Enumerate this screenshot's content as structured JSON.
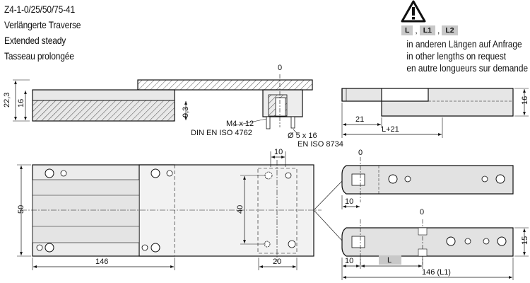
{
  "title": {
    "code": "Z4-1-0/25/50/75-41",
    "de": "Verlängerte Traverse",
    "en": "Extended steady",
    "fr": "Tasseau prolongée"
  },
  "badges": [
    "L",
    "L1",
    "L2"
  ],
  "note": {
    "de": "in anderen Längen auf Anfrage",
    "en": "in other lengths on request",
    "fr": "en autre longueurs sur demande"
  },
  "dims": {
    "zero_top": "0",
    "h_22_3": "22,3",
    "h_16_left": "16",
    "h_9_3": "9,3",
    "screw_1": "M4 x 12",
    "screw_2": "DIN EN ISO 4762",
    "pin_1": "Ø 5 x 16",
    "pin_2": "EN ISO 8734",
    "side_21": "21",
    "side_l21": "L+21",
    "side_16": "16",
    "plan_10": "10",
    "plan_50": "50",
    "plan_40": "40",
    "plan_146": "146",
    "plan_20": "20",
    "r1_zero": "0",
    "r1_10": "10",
    "r2_zero": "0",
    "r2_10": "10",
    "r2_l": "L",
    "r2_15": "15",
    "r2_146": "146 (L1)"
  }
}
